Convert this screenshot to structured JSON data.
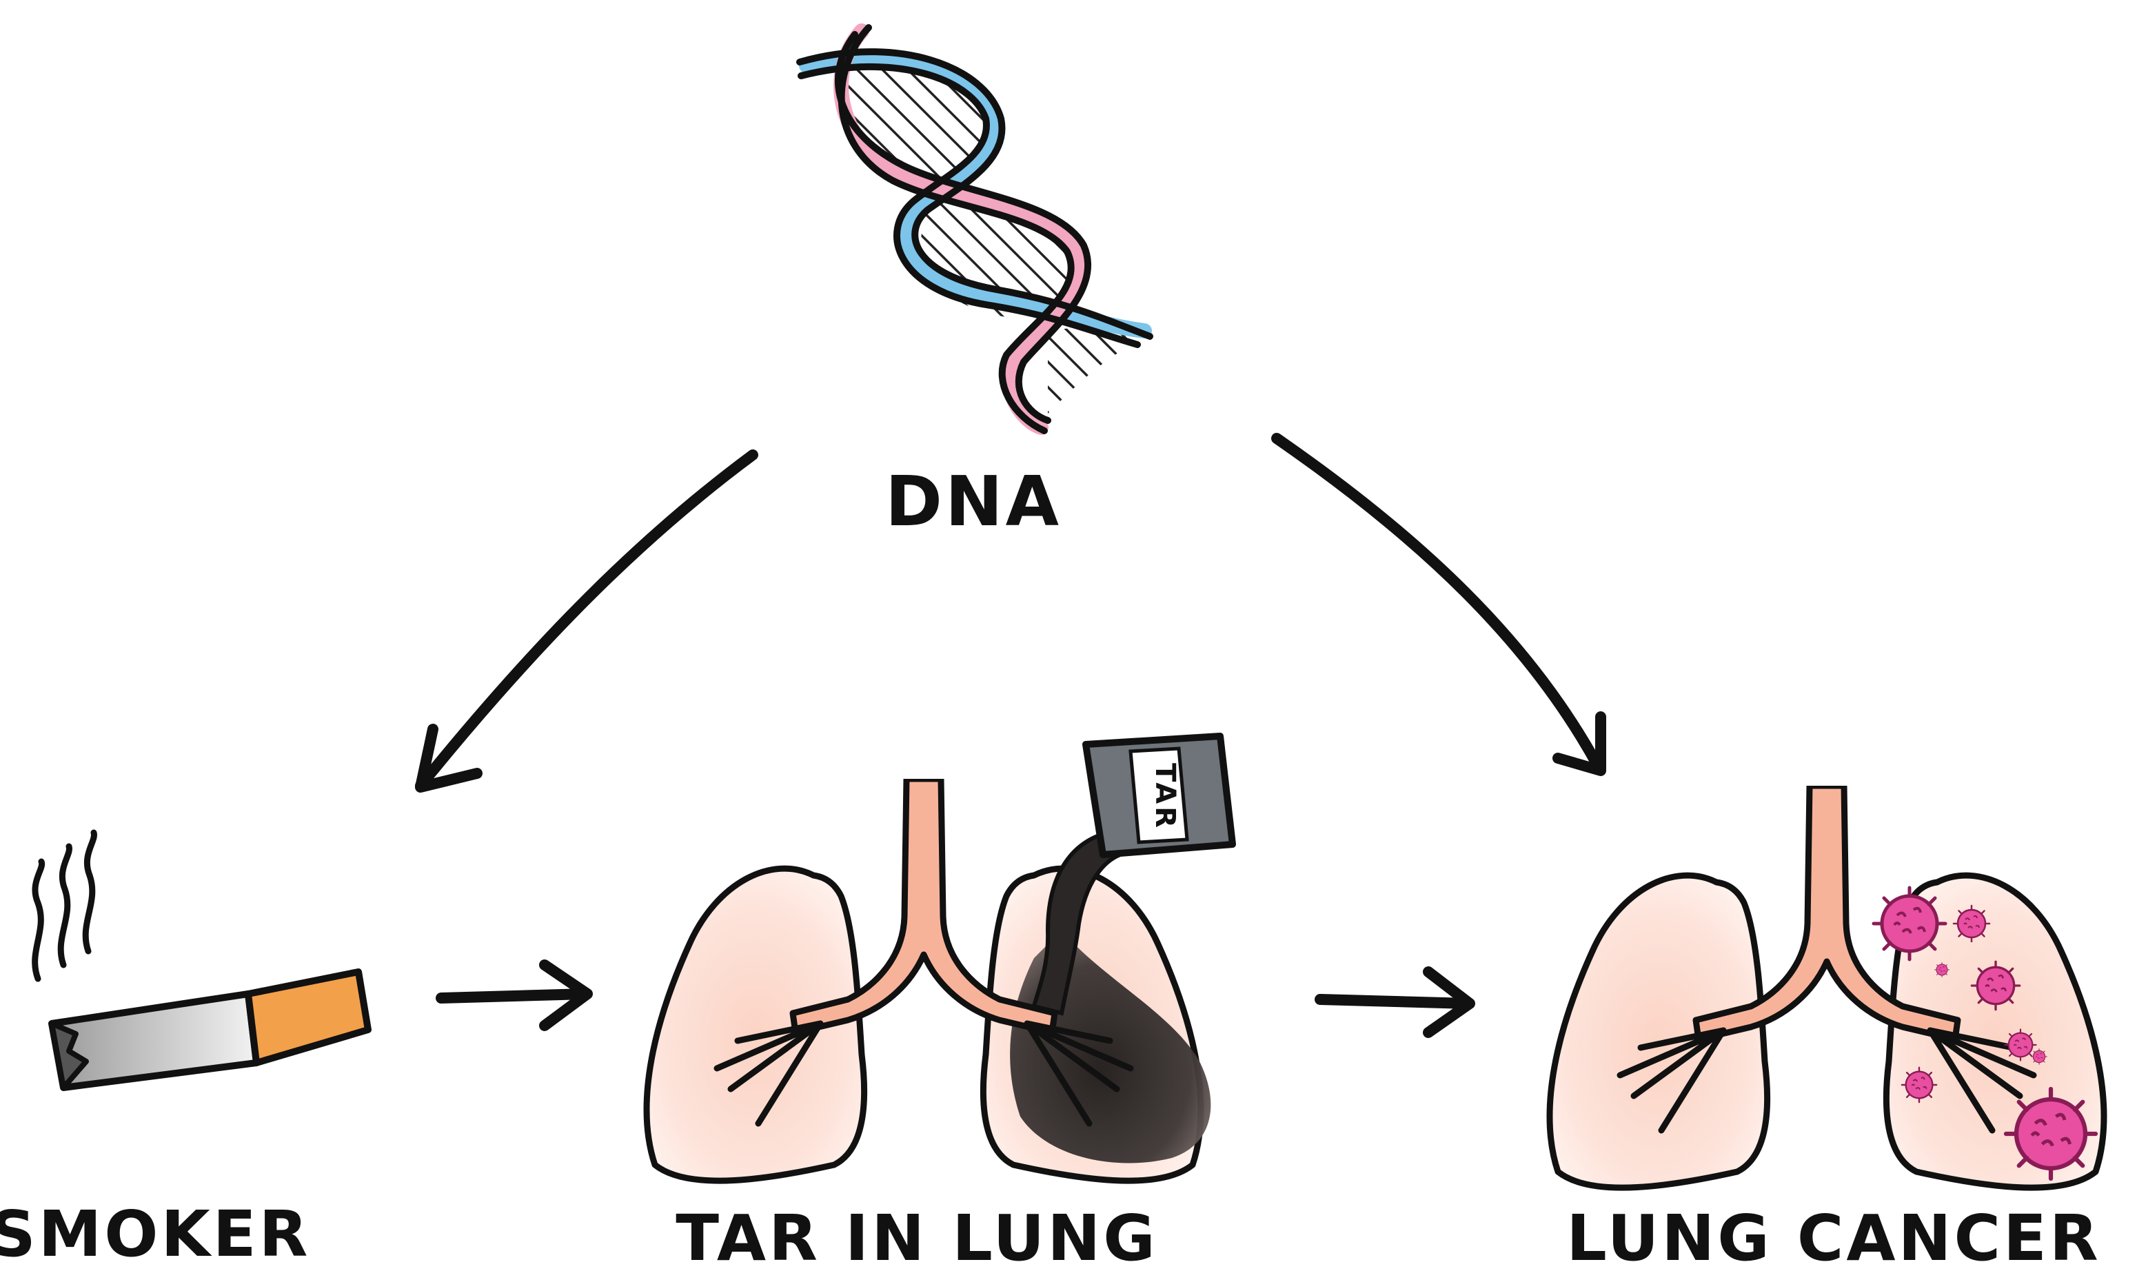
{
  "nodes": {
    "dna": {
      "label": "DNA"
    },
    "smoker": {
      "label": "SMOKER"
    },
    "tar": {
      "label": "TAR IN LUNG",
      "can_label": "TAR"
    },
    "cancer": {
      "label": "LUNG CANCER"
    }
  },
  "edges": [
    {
      "from": "DNA",
      "to": "SMOKER"
    },
    {
      "from": "DNA",
      "to": "LUNG CANCER"
    },
    {
      "from": "SMOKER",
      "to": "TAR IN LUNG"
    },
    {
      "from": "TAR IN LUNG",
      "to": "LUNG CANCER"
    }
  ],
  "colors": {
    "ink": "#111111",
    "dna_pink": "#f2a6c0",
    "dna_blue": "#7cc4ea",
    "filter": "#f3a04a",
    "lung_fill": "#fde0d6",
    "airway": "#f7b39a",
    "tar": "#2a2726",
    "can": "#6e747a",
    "cancer_cell": "#e84fa0"
  }
}
